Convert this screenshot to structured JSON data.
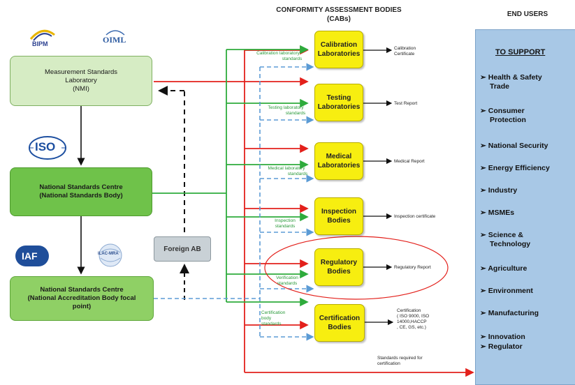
{
  "headings": {
    "cabs": "CONFORMITY ASSESSMENT BODIES",
    "cabs_abbr": "(CABs)",
    "end_users": "END USERS"
  },
  "logos": {
    "bipm": "BIPM",
    "oiml": "OIML",
    "iso": "ISO",
    "iaf": "IAF",
    "ilac_mra": "ILAC-MRA"
  },
  "left_nodes": {
    "nmi": [
      "Measurement Standards",
      "Laboratory",
      "(NMI)"
    ],
    "nsb": [
      "National Standards Centre",
      "(National Standards Body)"
    ],
    "nab": [
      "National Standards Centre",
      "(National Accreditation Body focal",
      "point)"
    ],
    "foreign": "Foreign AB"
  },
  "cabs": [
    {
      "name": [
        "Calibration",
        "Laboratories"
      ],
      "standard": [
        "Calibration laboratory",
        "standards"
      ],
      "output": [
        "Calibration",
        "Certificate"
      ]
    },
    {
      "name": [
        "Testing",
        "Laboratories"
      ],
      "standard": [
        "Testing laboratory",
        "standards"
      ],
      "output": [
        "Test Report"
      ]
    },
    {
      "name": [
        "Medical",
        "Laboratories"
      ],
      "standard": [
        "Medical laboratory",
        "standards"
      ],
      "output": [
        "Medical Report"
      ]
    },
    {
      "name": [
        "Inspection",
        "Bodies"
      ],
      "standard": [
        "Inspection",
        "standards"
      ],
      "output": [
        "Inspection certificate"
      ]
    },
    {
      "name": [
        "Regulatory",
        "Bodies"
      ],
      "standard": [
        "Verification",
        "standards"
      ],
      "output": [
        "Regulatory Report"
      ]
    },
    {
      "name": [
        "Certification",
        "Bodies"
      ],
      "standard": [
        "Certification",
        "body",
        "standards"
      ],
      "output": [
        "Certification",
        "( ISO 9000, ISO",
        "14000,HACCP",
        ", CE, GS, etc.)"
      ]
    }
  ],
  "bottom_note": [
    "Standards required for",
    "certification"
  ],
  "end_users": {
    "title": "TO SUPPORT",
    "items": [
      [
        "Health & Safety",
        "Trade"
      ],
      [
        "Consumer",
        "Protection"
      ],
      [
        "National Security"
      ],
      [
        "Energy Efficiency"
      ],
      [
        "Industry"
      ],
      [
        "MSMEs"
      ],
      [
        "Science &",
        "Technology"
      ],
      [
        "Agriculture"
      ],
      [
        "Environment"
      ],
      [
        "Manufacturing"
      ],
      [
        "Innovation"
      ],
      [
        "Regulator"
      ]
    ],
    "bullet": "➢"
  },
  "colors": {
    "red_flow": "#e3201b",
    "green_flow": "#2eab3c",
    "blue_dashed": "#5b9bd5",
    "cab_fill": "#f7ee10",
    "end_panel": "#a8c8e6",
    "oval": "#e3201b"
  }
}
